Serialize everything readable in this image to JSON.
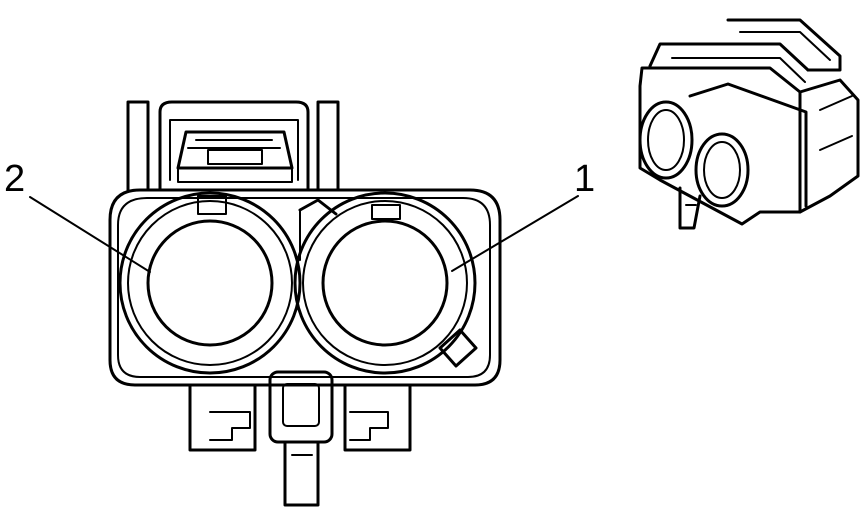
{
  "callouts": [
    {
      "id": "2",
      "text": "2"
    },
    {
      "id": "1",
      "text": "1"
    }
  ]
}
